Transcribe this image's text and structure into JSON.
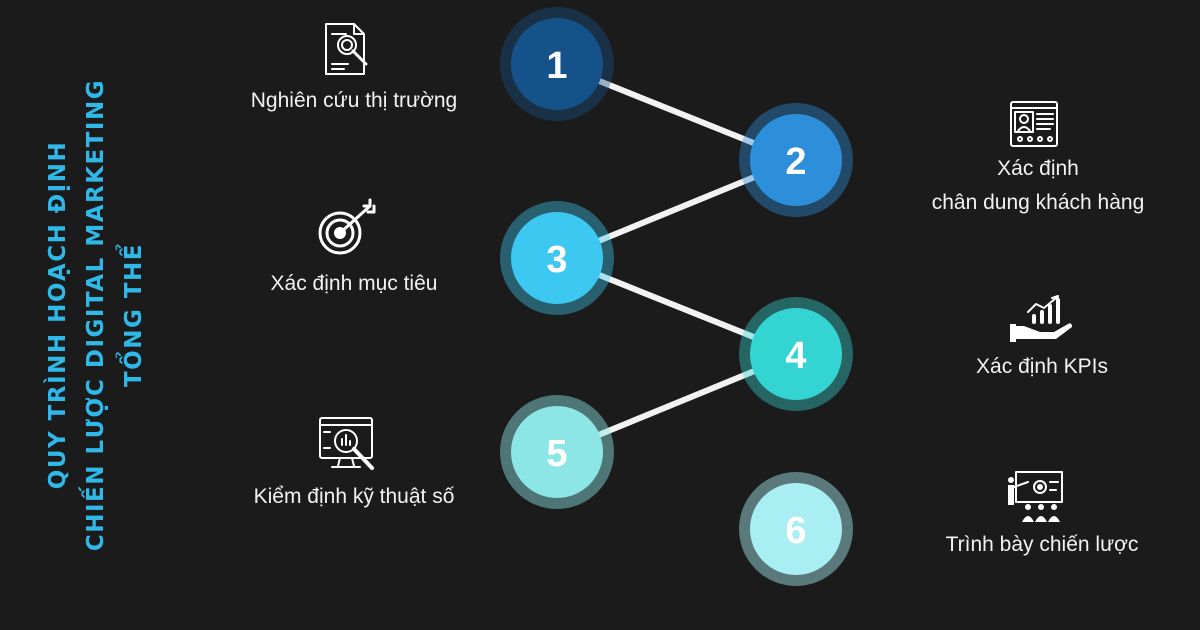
{
  "title": {
    "line1": "QUY TRÌNH HOẠCH ĐỊNH",
    "line2": "CHIẾN LƯỢC DIGITAL MARKETING",
    "line3": "TỔNG THỂ"
  },
  "colors": {
    "background": "#1b1b1b",
    "title": "#2fb8e8",
    "connector": "#f2f2f2",
    "step1": "#16528a",
    "step2": "#2d8fd9",
    "step3": "#3cc8f0",
    "step4": "#34d4d2",
    "step5": "#8de6e6",
    "step6": "#a8eef2"
  },
  "steps": [
    {
      "number": "1",
      "label_lines": [
        "Nghiên cứu thị trường"
      ],
      "icon": "market-research-icon"
    },
    {
      "number": "2",
      "label_lines": [
        "Xác định",
        "chân dung khách hàng"
      ],
      "icon": "customer-profile-icon"
    },
    {
      "number": "3",
      "label_lines": [
        "Xác định mục tiêu"
      ],
      "icon": "target-icon"
    },
    {
      "number": "4",
      "label_lines": [
        "Xác định KPIs"
      ],
      "icon": "kpi-growth-icon"
    },
    {
      "number": "5",
      "label_lines": [
        "Kiểm định kỹ thuật số"
      ],
      "icon": "digital-audit-icon"
    },
    {
      "number": "6",
      "label_lines": [
        "Trình bày chiến lược"
      ],
      "icon": "presentation-icon"
    }
  ]
}
